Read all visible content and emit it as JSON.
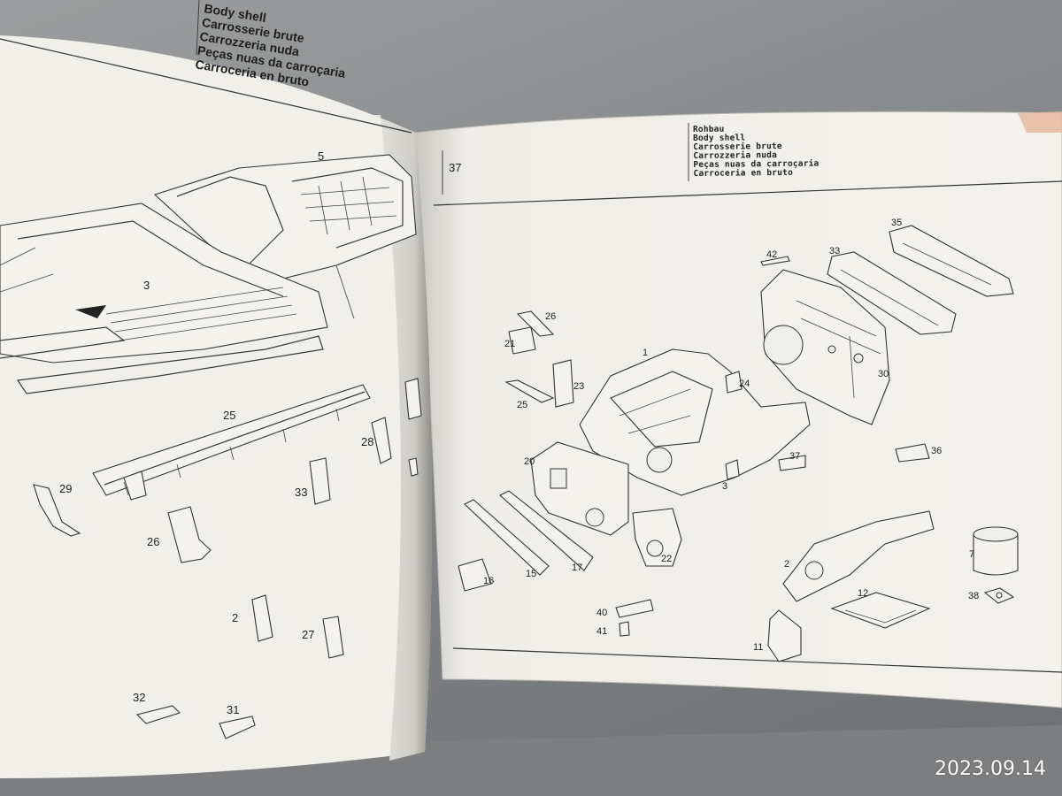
{
  "left_page": {
    "header": [
      "Body shell",
      "Carrosserie brute",
      "Carrozzeria nuda",
      "Peças nuas da carroçaria",
      "Carroceria en bruto"
    ],
    "callouts": [
      "5",
      "3",
      "25",
      "29",
      "26",
      "28",
      "33",
      "2",
      "27",
      "32",
      "31"
    ]
  },
  "right_page": {
    "page_number": "37",
    "header": [
      "Rohbau",
      "Body shell",
      "Carrosserie brute",
      "Carrozzeria nuda",
      "Peças nuas da carroçaria",
      "Carroceria en bruto"
    ],
    "callouts": [
      "35",
      "42",
      "33",
      "26",
      "21",
      "1",
      "24",
      "23",
      "30",
      "25",
      "20",
      "37",
      "36",
      "3",
      "17",
      "15",
      "16",
      "22",
      "2",
      "7",
      "12",
      "38",
      "40",
      "41",
      "11"
    ]
  },
  "photo": {
    "date_stamp": "2023.09.14"
  },
  "colors": {
    "paper": "#f3f1ec",
    "ink": "#333333",
    "background": "#8a8c8e"
  }
}
